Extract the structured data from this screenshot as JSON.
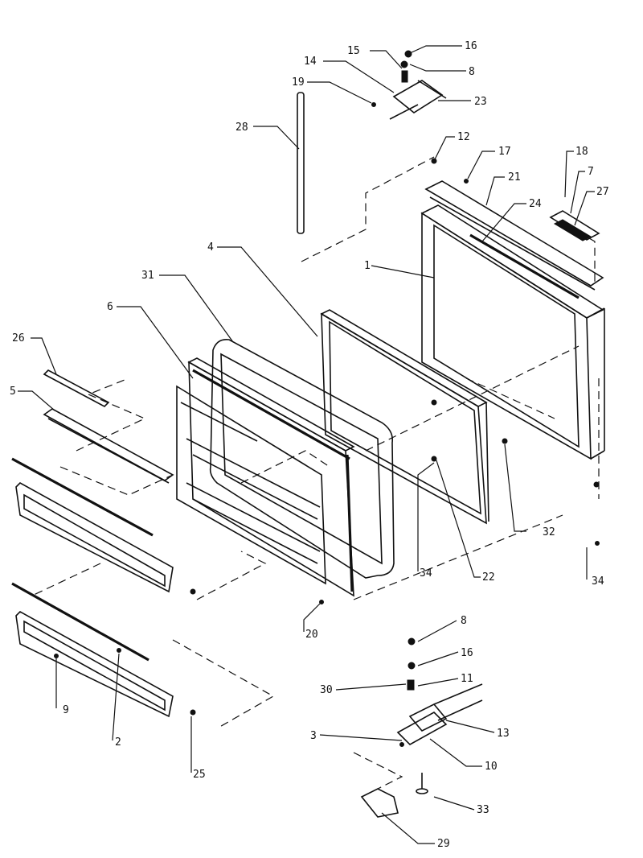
{
  "callouts": [
    {
      "id": "1",
      "label": "1"
    },
    {
      "id": "2",
      "label": "2"
    },
    {
      "id": "3",
      "label": "3"
    },
    {
      "id": "4",
      "label": "4"
    },
    {
      "id": "5",
      "label": "5"
    },
    {
      "id": "6",
      "label": "6"
    },
    {
      "id": "7",
      "label": "7"
    },
    {
      "id": "8a",
      "label": "8"
    },
    {
      "id": "8b",
      "label": "8"
    },
    {
      "id": "9",
      "label": "9"
    },
    {
      "id": "10",
      "label": "10"
    },
    {
      "id": "11",
      "label": "11"
    },
    {
      "id": "12",
      "label": "12"
    },
    {
      "id": "13",
      "label": "13"
    },
    {
      "id": "14",
      "label": "14"
    },
    {
      "id": "15",
      "label": "15"
    },
    {
      "id": "16a",
      "label": "16"
    },
    {
      "id": "16b",
      "label": "16"
    },
    {
      "id": "17",
      "label": "17"
    },
    {
      "id": "18",
      "label": "18"
    },
    {
      "id": "19",
      "label": "19"
    },
    {
      "id": "20",
      "label": "20"
    },
    {
      "id": "21",
      "label": "21"
    },
    {
      "id": "22",
      "label": "22"
    },
    {
      "id": "23",
      "label": "23"
    },
    {
      "id": "24",
      "label": "24"
    },
    {
      "id": "25",
      "label": "25"
    },
    {
      "id": "26",
      "label": "26"
    },
    {
      "id": "27",
      "label": "27"
    },
    {
      "id": "28",
      "label": "28"
    },
    {
      "id": "29",
      "label": "29"
    },
    {
      "id": "30",
      "label": "30"
    },
    {
      "id": "31",
      "label": "31"
    },
    {
      "id": "32",
      "label": "32"
    },
    {
      "id": "34a",
      "label": "34"
    },
    {
      "id": "34b",
      "label": "34"
    },
    {
      "id": "33",
      "label": "33"
    }
  ]
}
